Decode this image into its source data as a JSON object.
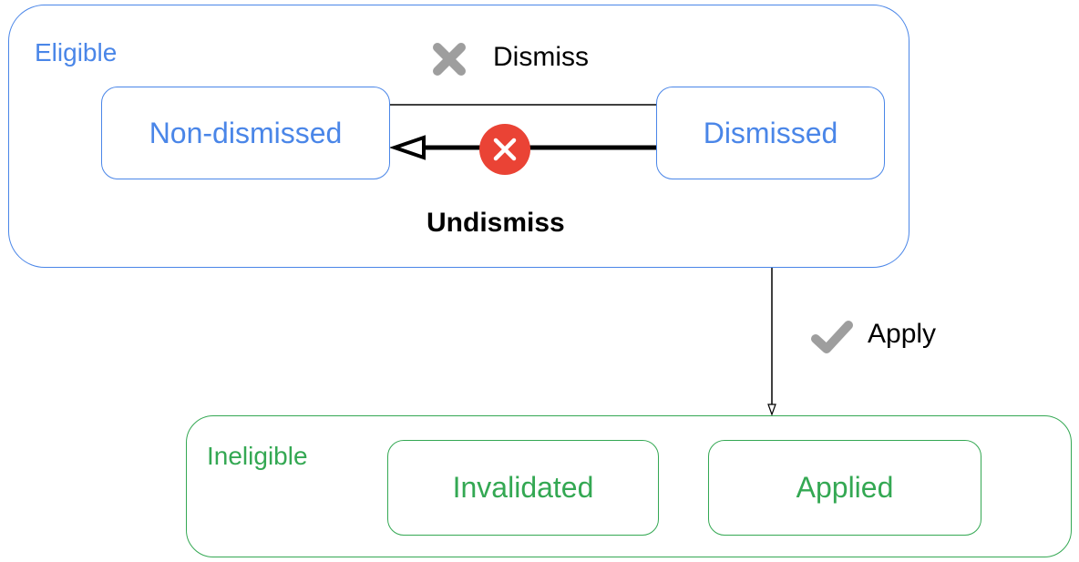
{
  "groups": {
    "eligible": {
      "label": "Eligible",
      "color": "#4a86e8"
    },
    "ineligible": {
      "label": "Ineligible",
      "color": "#34a853"
    }
  },
  "states": {
    "non_dismissed": "Non-dismissed",
    "dismissed": "Dismissed",
    "invalidated": "Invalidated",
    "applied": "Applied"
  },
  "transitions": {
    "dismiss": {
      "label": "Dismiss",
      "icon": "x-mark-icon",
      "icon_color": "#9e9e9e"
    },
    "undismiss": {
      "label": "Undismiss",
      "icon": "error-circle-icon",
      "icon_color": "#ea4335"
    },
    "apply": {
      "label": "Apply",
      "icon": "checkmark-icon",
      "icon_color": "#9e9e9e"
    }
  }
}
